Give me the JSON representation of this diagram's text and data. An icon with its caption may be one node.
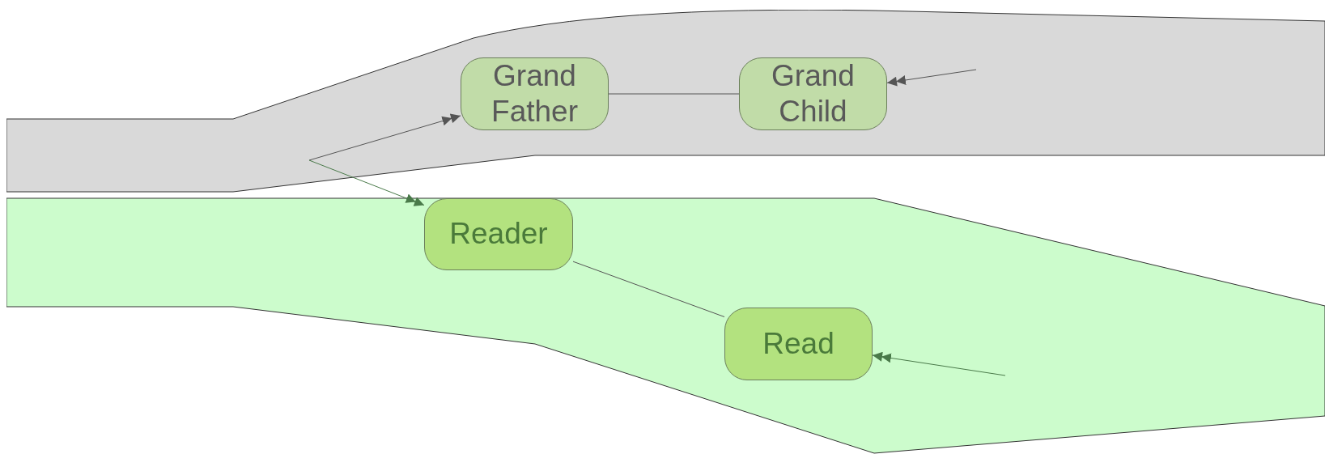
{
  "diagram": {
    "nodes": [
      {
        "text": [],
        "shape": "band"
      },
      {
        "text": [
          "Grand Father"
        ],
        "in": 0
      },
      {
        "text": [
          "Grand Child"
        ],
        "in": 0
      },
      {
        "text": [],
        "shape": "band"
      },
      {
        "text": [
          "Reader"
        ],
        "in": 3
      },
      {
        "text": [
          "Read"
        ],
        "in": 3
      }
    ],
    "edges": [
      {
        "from": null,
        "to": 1,
        "arrow": "to"
      },
      {
        "from": null,
        "to": 4,
        "arrow": "to",
        "color": "#4a7a4a"
      },
      {
        "from": 1,
        "to": 2,
        "arrow": "none"
      },
      {
        "from": null,
        "to": 2,
        "arrow": "to"
      },
      {
        "from": 4,
        "to": 5,
        "arrow": "none"
      },
      {
        "from": null,
        "to": 5,
        "arrow": "to",
        "color": "#4a7a4a"
      }
    ]
  }
}
